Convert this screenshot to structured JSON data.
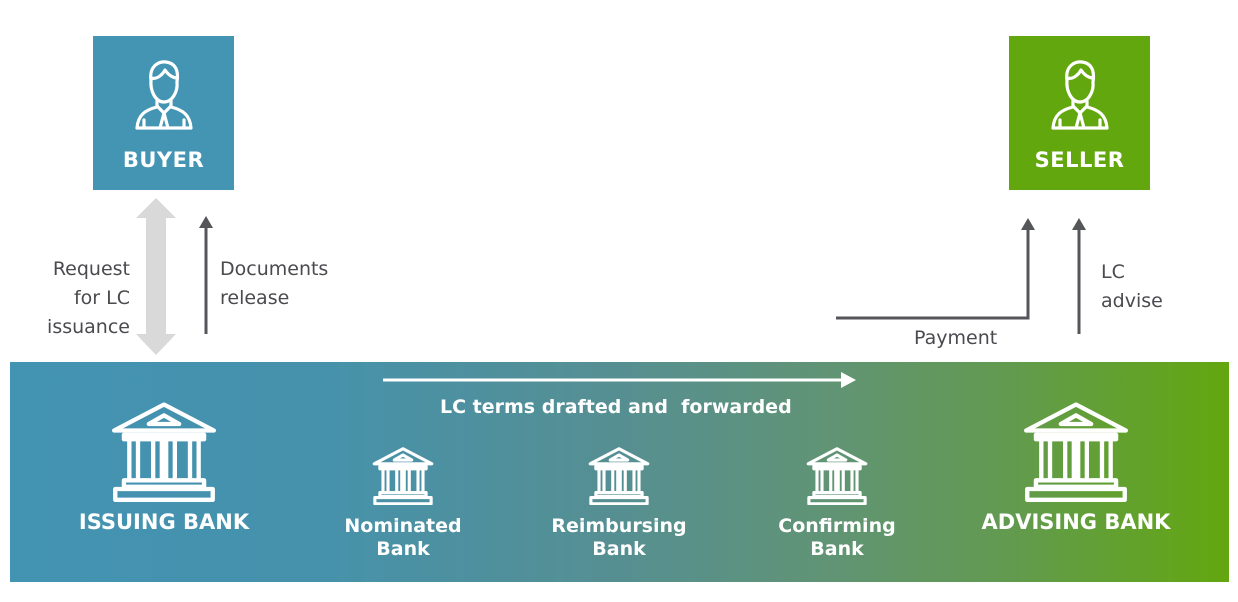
{
  "title": "Letter of Credit Process",
  "colors": {
    "buyer": "#4495b3",
    "seller": "#63a70f",
    "panel_start": "#4393b3",
    "panel_end": "#63a70f",
    "arrow_dark": "#55565a",
    "arrow_light": "#d9d9d9",
    "text_dark": "#4a4a4f"
  },
  "parties": {
    "buyer": {
      "label": "BUYER",
      "icon": "person-icon"
    },
    "seller": {
      "label": "SELLER",
      "icon": "person-icon"
    }
  },
  "flows": {
    "request": {
      "lines": [
        "Request",
        "for LC",
        "issuance"
      ],
      "direction": "bidirectional"
    },
    "documents": {
      "lines": [
        "Documents",
        "release"
      ],
      "direction": "up"
    },
    "payment": {
      "label": "Payment",
      "direction": "up"
    },
    "lc_advise": {
      "lines": [
        "LC",
        "advise"
      ],
      "direction": "up"
    },
    "lc_terms": {
      "label": "LC terms drafted and  forwarded",
      "direction": "right"
    }
  },
  "banks": [
    {
      "id": "issuing",
      "lines": [
        "ISSUING BANK"
      ],
      "size": "large",
      "icon": "bank-icon"
    },
    {
      "id": "nominated",
      "lines": [
        "Nominated",
        "Bank"
      ],
      "size": "small",
      "icon": "bank-icon"
    },
    {
      "id": "reimbursing",
      "lines": [
        "Reimbursing",
        "Bank"
      ],
      "size": "small",
      "icon": "bank-icon"
    },
    {
      "id": "confirming",
      "lines": [
        "Confirming",
        "Bank"
      ],
      "size": "small",
      "icon": "bank-icon"
    },
    {
      "id": "advising",
      "lines": [
        "ADVISING BANK"
      ],
      "size": "large",
      "icon": "bank-icon"
    }
  ]
}
